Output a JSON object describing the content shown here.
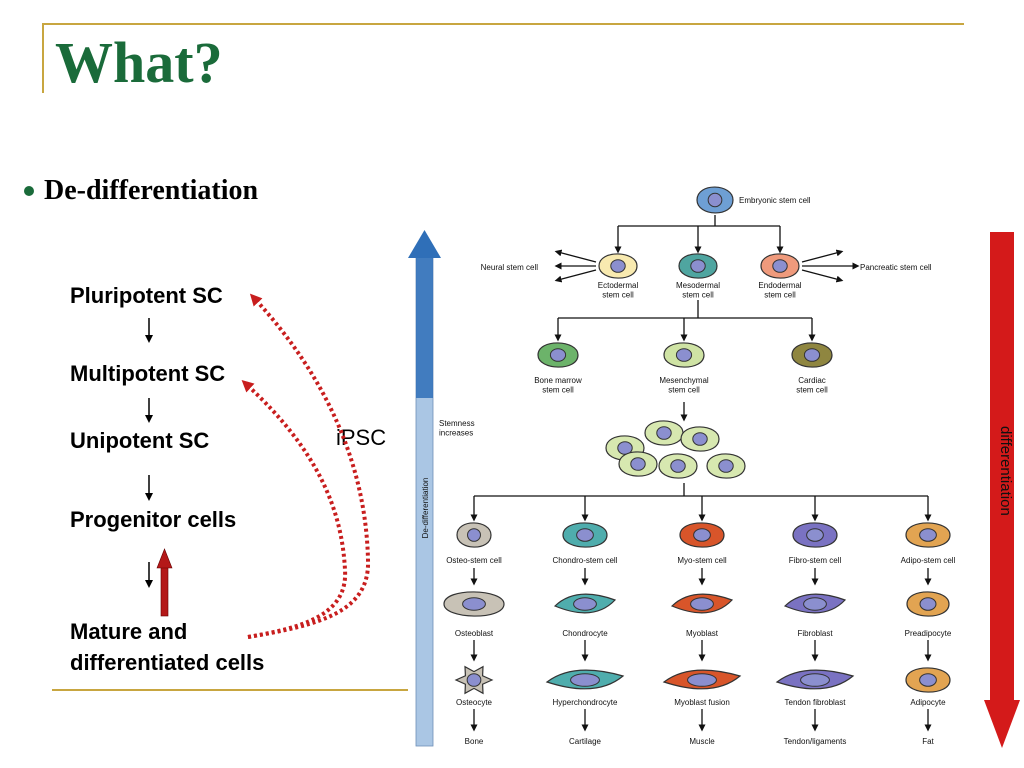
{
  "slide": {
    "title": "What?",
    "bullet": "De-differentiation",
    "accent_color": "#1a6b3a",
    "rule_color": "#c8a640"
  },
  "hierarchy": {
    "stages": [
      "Pluripotent SC",
      "Multipotent SC",
      "Unipotent SC",
      "Progenitor cells",
      [
        "Mature and",
        "differentiated cells"
      ]
    ],
    "reprogramming_label": "iPSC"
  },
  "figure": {
    "top": "Embryonic stem cell",
    "germ_layers": [
      {
        "label": [
          "Ectodermal",
          "stem cell"
        ],
        "color": "#f8eab0"
      },
      {
        "label": [
          "Mesodermal",
          "stem cell"
        ],
        "color": "#4fa5a0"
      },
      {
        "label": [
          "Endodermal",
          "stem cell"
        ],
        "color": "#ef9a7c"
      }
    ],
    "side_left": "Neural stem cell",
    "side_right": "Pancreatic stem cell",
    "mesoderm_branches": [
      {
        "label": [
          "Bone marrow",
          "stem cell"
        ],
        "color": "#6cb36a"
      },
      {
        "label": [
          "Mesenchymal",
          "stem cell"
        ],
        "color": "#cfe3a4"
      },
      {
        "label": [
          "Cardiac",
          "stem cell"
        ],
        "color": "#8f8640"
      }
    ],
    "left_axis_label": "De-differentiation",
    "stemness_note": [
      "Stemness",
      "increases"
    ],
    "lineages": [
      {
        "color": "#c8c2b6",
        "stages": [
          "Osteo-stem cell",
          "Osteoblast",
          "Osteocyte",
          "Bone"
        ]
      },
      {
        "color": "#4fadad",
        "stages": [
          "Chondro-stem cell",
          "Chondrocyte",
          "Hyperchondrocyte",
          "Cartilage"
        ]
      },
      {
        "color": "#d8552a",
        "stages": [
          "Myo-stem cell",
          "Myoblast",
          "Myoblast fusion",
          "Muscle"
        ]
      },
      {
        "color": "#7a72c2",
        "stages": [
          "Fibro-stem cell",
          "Fibroblast",
          "Tendon fibroblast",
          "Tendon/ligaments"
        ]
      },
      {
        "color": "#e2a452",
        "stages": [
          "Adipo-stem cell",
          "Preadipocyte",
          "Adipocyte",
          "Fat"
        ]
      }
    ]
  },
  "right_arrow": {
    "label": "differentiation",
    "color": "#d41a1a"
  },
  "dedifferentiation_arrow_color": "#2f6fb8",
  "nucleus_color": "#8b8fcf"
}
